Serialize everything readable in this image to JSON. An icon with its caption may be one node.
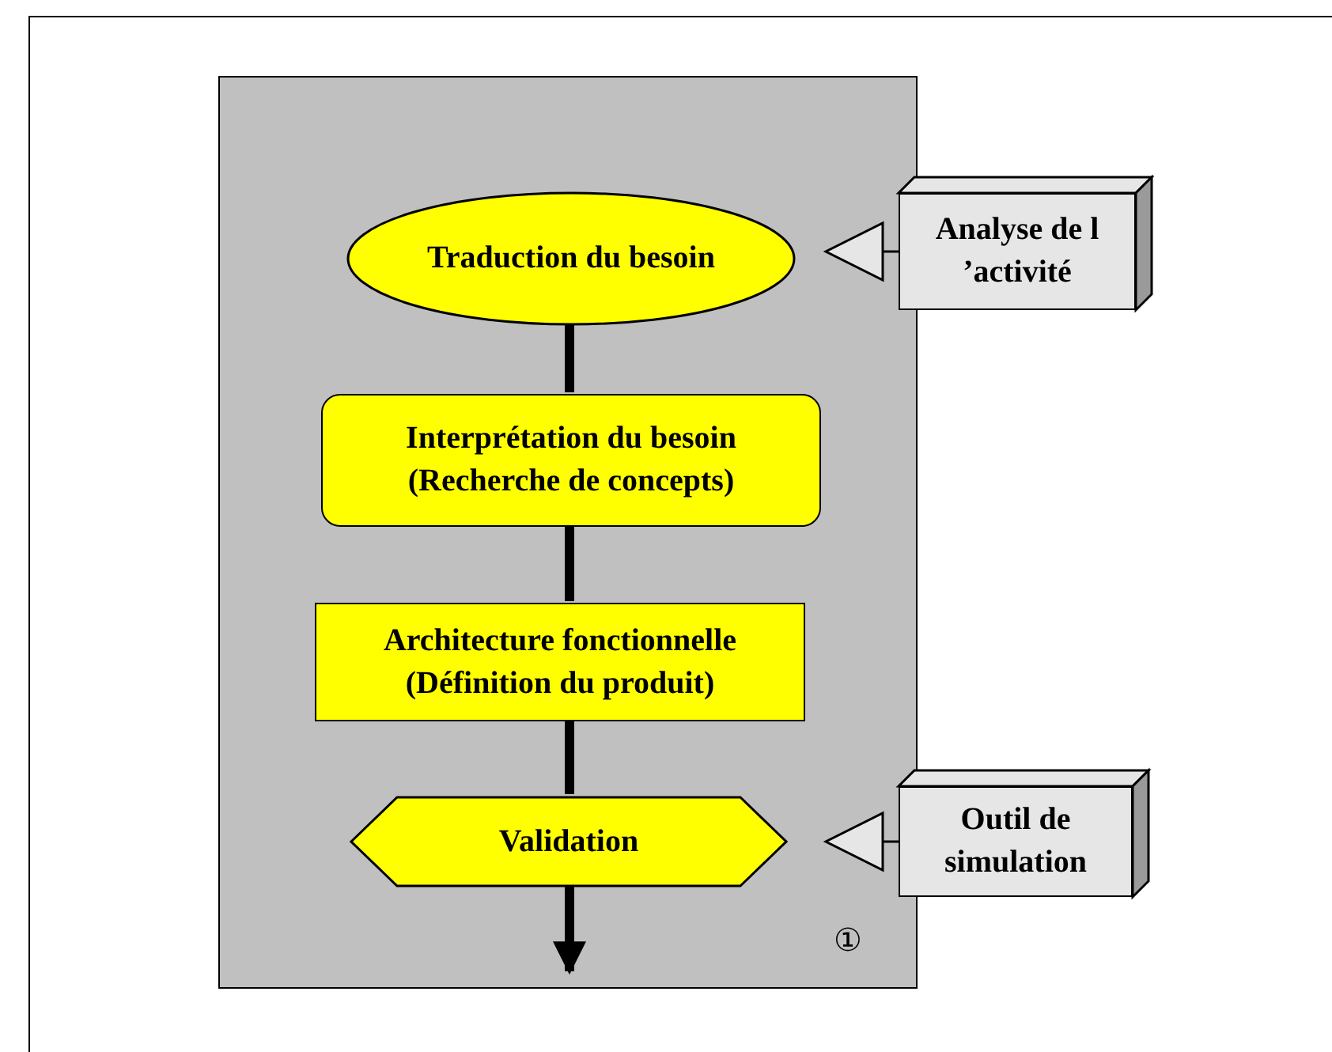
{
  "diagram": {
    "nodes": [
      {
        "text": [],
        "shape": "box"
      },
      {
        "text": [
          "Traduction du besoin"
        ],
        "in": 0
      },
      {
        "text": [
          "Interprétation du besoin (Recherche de concepts)"
        ],
        "in": 0
      },
      {
        "text": [
          "Architecture fonctionnelle (Définition du produit)"
        ],
        "in": 0
      },
      {
        "text": [
          "Validation"
        ],
        "in": 0
      },
      {
        "text": [
          "Analyse de l ’activité"
        ]
      },
      {
        "text": [
          "Outil de simulation"
        ]
      }
    ],
    "edges": [
      {
        "from": 1,
        "to": 2,
        "arrow": "none"
      },
      {
        "from": 2,
        "to": 3,
        "arrow": "none"
      },
      {
        "from": 3,
        "to": 4,
        "arrow": "none"
      },
      {
        "from": 4,
        "to": null,
        "arrow": "to"
      },
      {
        "from": 5,
        "to": null,
        "arrow": "to"
      },
      {
        "from": 6,
        "to": null,
        "arrow": "to"
      }
    ],
    "labels": [
      "①"
    ]
  }
}
